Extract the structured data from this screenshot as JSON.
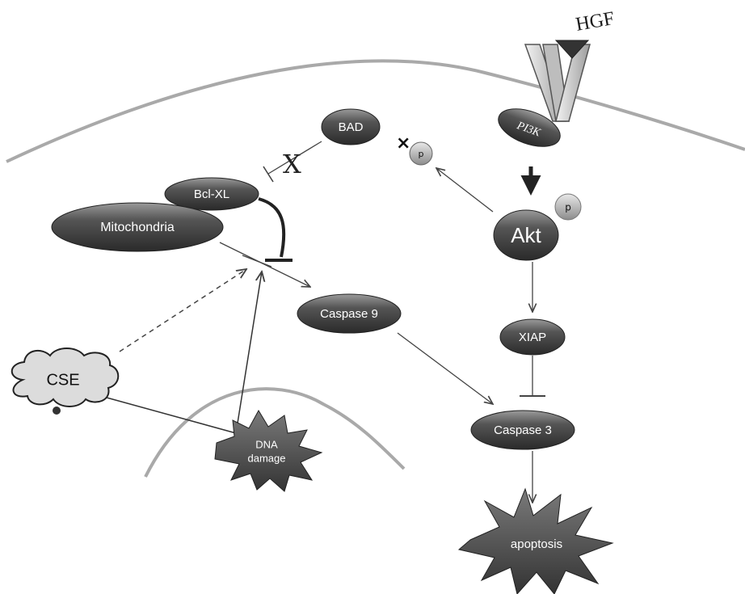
{
  "labels": {
    "hgf": "HGF",
    "pi3k": "PI3K",
    "bad": "BAD",
    "p_bad": "p",
    "p_akt": "p",
    "akt": "Akt",
    "bcl_xl": "Bcl-XL",
    "mitochondria": "Mitochondria",
    "caspase9": "Caspase 9",
    "xiap": "XIAP",
    "cse": "CSE",
    "dna_damage_line1": "DNA",
    "dna_damage_line2": "damage",
    "caspase3": "Caspase 3",
    "apoptosis": "apoptosis"
  },
  "colors": {
    "node_dark": "#3a3a3a",
    "node_mid": "#8a8a8a",
    "membrane": "#a9a9a9",
    "line": "#444444",
    "cloud": "#dcdcdc"
  }
}
